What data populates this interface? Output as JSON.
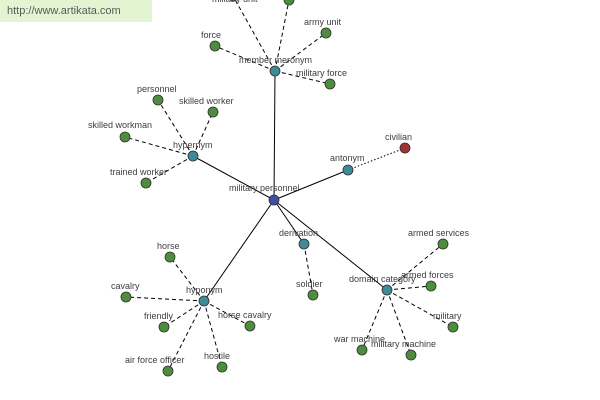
{
  "banner": {
    "url": "http://www.artikata.com"
  },
  "colors": {
    "center": "#3f4fa0",
    "relation": "#3e8a96",
    "leaf": "#4e8c3e",
    "antonym_leaf": "#a13232",
    "edge": "#000000"
  },
  "graph": {
    "center": {
      "id": "center",
      "label": "military personnel"
    },
    "relations": [
      {
        "id": "member",
        "label": "member meronym"
      },
      {
        "id": "hypernym",
        "label": "hypernym"
      },
      {
        "id": "antonym",
        "label": "antonym"
      },
      {
        "id": "derivation",
        "label": "derivation"
      },
      {
        "id": "domain",
        "label": "domain category"
      },
      {
        "id": "hyponym",
        "label": "hyponym"
      }
    ],
    "leaves": [
      {
        "id": "military-unit",
        "parent": "member",
        "label": "military unit"
      },
      {
        "id": "member-top",
        "parent": "member",
        "label": ""
      },
      {
        "id": "army-unit",
        "parent": "member",
        "label": "army unit"
      },
      {
        "id": "force",
        "parent": "member",
        "label": "force"
      },
      {
        "id": "military-force",
        "parent": "member",
        "label": "military force"
      },
      {
        "id": "personnel",
        "parent": "hypernym",
        "label": "personnel"
      },
      {
        "id": "skilled-worker",
        "parent": "hypernym",
        "label": "skilled worker"
      },
      {
        "id": "skilled-workman",
        "parent": "hypernym",
        "label": "skilled workman"
      },
      {
        "id": "trained-worker",
        "parent": "hypernym",
        "label": "trained worker"
      },
      {
        "id": "civilian",
        "parent": "antonym",
        "label": "civilian"
      },
      {
        "id": "soldier",
        "parent": "derivation",
        "label": "soldier"
      },
      {
        "id": "armed-services",
        "parent": "domain",
        "label": "armed services"
      },
      {
        "id": "armed-forces",
        "parent": "domain",
        "label": "armed forces"
      },
      {
        "id": "military",
        "parent": "domain",
        "label": "military"
      },
      {
        "id": "war-machine",
        "parent": "domain",
        "label": "war machine"
      },
      {
        "id": "military-machine",
        "parent": "domain",
        "label": "military machine"
      },
      {
        "id": "horse",
        "parent": "hyponym",
        "label": "horse"
      },
      {
        "id": "cavalry",
        "parent": "hyponym",
        "label": "cavalry"
      },
      {
        "id": "friendly",
        "parent": "hyponym",
        "label": "friendly"
      },
      {
        "id": "horse-cavalry",
        "parent": "hyponym",
        "label": "horse cavalry"
      },
      {
        "id": "air-force-officer",
        "parent": "hyponym",
        "label": "air force officer"
      },
      {
        "id": "hostile",
        "parent": "hyponym",
        "label": "hostile"
      }
    ]
  }
}
